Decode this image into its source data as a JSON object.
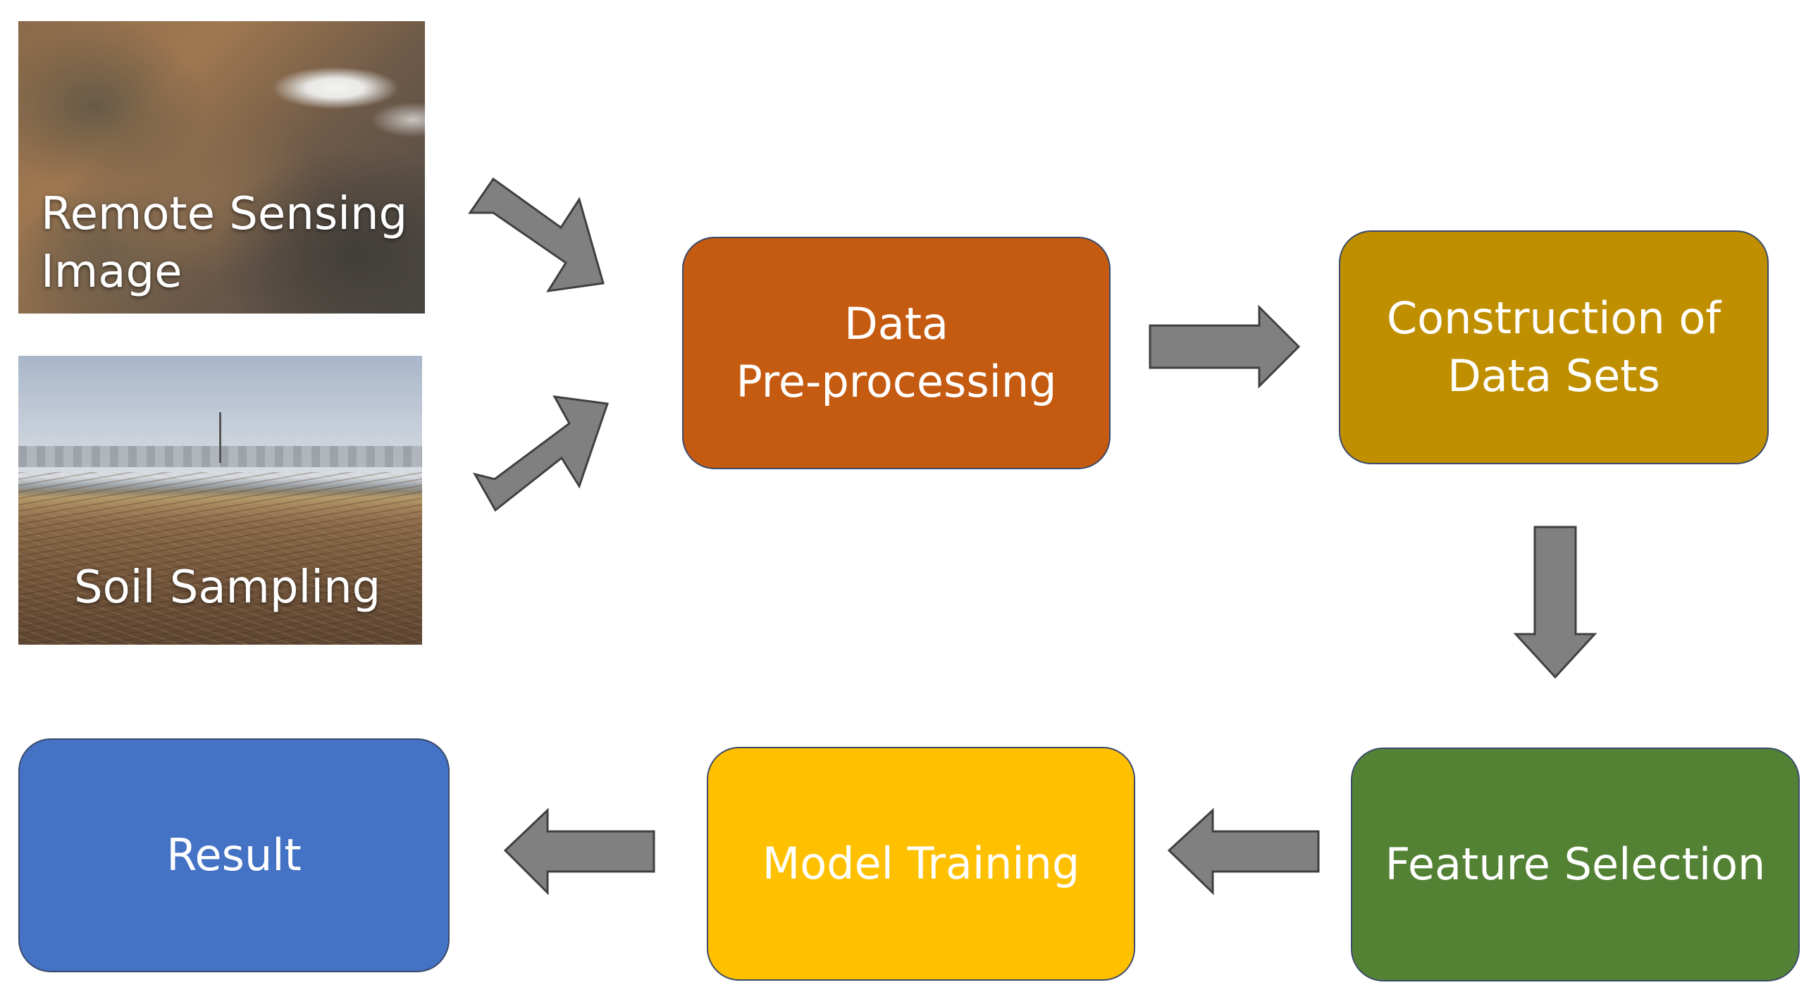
{
  "inputs": {
    "remote_sensing_label": "Remote Sensing\nImage",
    "soil_sampling_label": "Soil Sampling"
  },
  "steps": {
    "preprocessing": "Data\nPre-processing",
    "construction": "Construction of\nData Sets",
    "feature_selection": "Feature Selection",
    "model_training": "Model Training",
    "result": "Result"
  },
  "colors": {
    "preprocessing": "#c55a11",
    "construction": "#bf8f00",
    "feature_selection": "#548235",
    "model_training": "#ffc000",
    "result": "#4472c4",
    "arrow_fill": "#808080",
    "arrow_stroke": "#404040"
  }
}
